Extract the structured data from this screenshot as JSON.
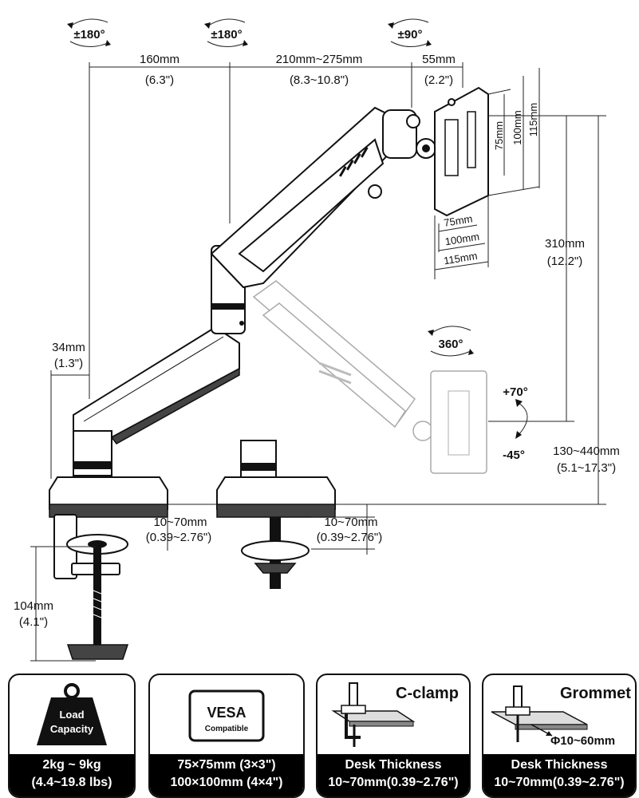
{
  "rotations": {
    "r1": "±180°",
    "r2": "±180°",
    "r3": "±90°",
    "swivel": "360°",
    "tilt_up": "+70°",
    "tilt_down": "-45°"
  },
  "dims": {
    "arm1_mm": "160mm",
    "arm1_in": "(6.3\")",
    "arm2_mm": "210mm~275mm",
    "arm2_in": "(8.3~10.8\")",
    "head_mm": "55mm",
    "head_in": "(2.2\")",
    "offset_mm": "34mm",
    "offset_in": "(1.3\")",
    "height_mm": "310mm",
    "height_in": "(12.2\")",
    "range_mm": "130~440mm",
    "range_in": "(5.1~17.3\")",
    "clamp_mm": "104mm",
    "clamp_in": "(4.1\")",
    "desk1_mm": "10~70mm",
    "desk1_in": "(0.39~2.76\")",
    "desk2_mm": "10~70mm",
    "desk2_in": "(0.39~2.76\")",
    "vesa_h": [
      "75mm",
      "100mm",
      "115mm"
    ],
    "vesa_v": [
      "75mm",
      "100mm",
      "115mm"
    ]
  },
  "panels": {
    "load": {
      "badge_line1": "Load",
      "badge_line2": "Capacity",
      "cap1": "2kg ~ 9kg",
      "cap2": "(4.4~19.8 lbs)"
    },
    "vesa": {
      "badge_title": "VESA",
      "badge_sub": "Compatible",
      "cap1": "75×75mm (3×3\")",
      "cap2": "100×100mm (4×4\")"
    },
    "cclamp": {
      "title": "C-clamp",
      "cap1": "Desk Thickness",
      "cap2": "10~70mm(0.39~2.76\")"
    },
    "grommet": {
      "title": "Grommet",
      "hole": "Φ10~60mm",
      "cap1": "Desk Thickness",
      "cap2": "10~70mm(0.39~2.76\")"
    }
  }
}
